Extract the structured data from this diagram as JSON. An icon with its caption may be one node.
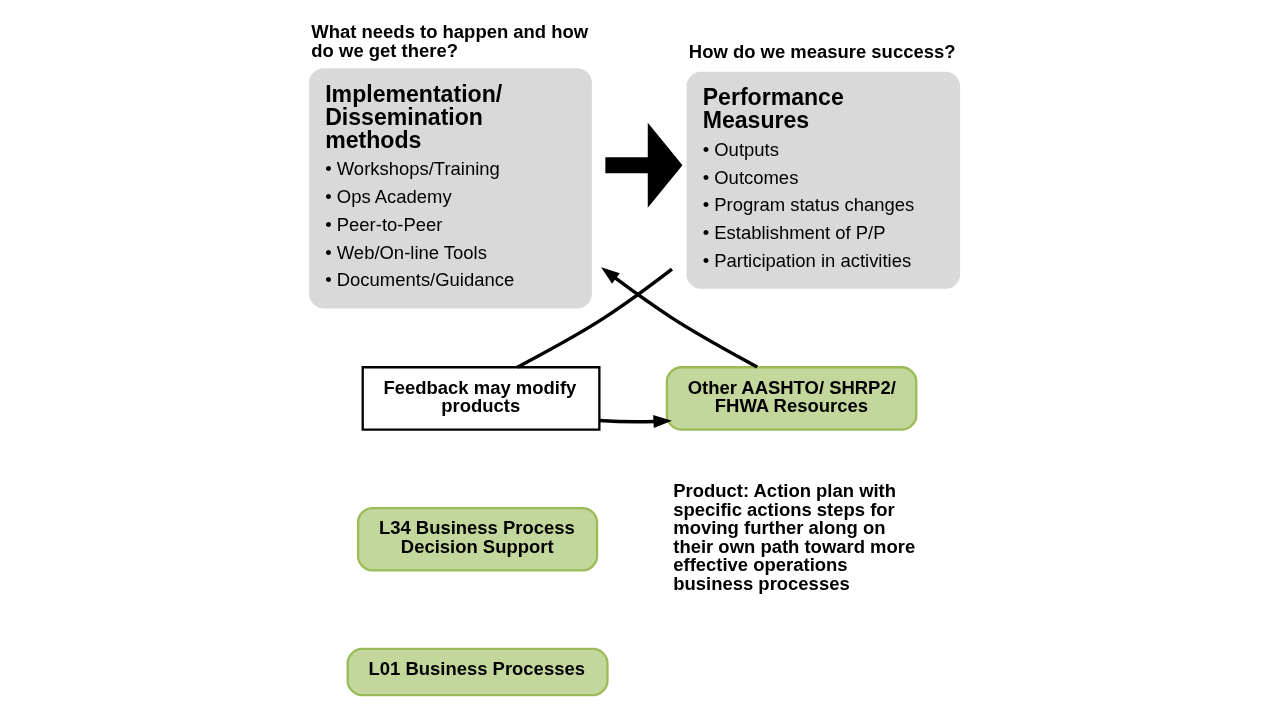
{
  "diagram": {
    "nodes": [
      {
        "text": [
          "What needs to happen and how do we get there?",
          "Implementation/ Dissemination methods",
          "• Workshops/Training",
          "• Ops Academy",
          "• Peer-to-Peer",
          "• Web/On-line Tools",
          "• Documents/Guidance"
        ]
      },
      {
        "text": [
          "How do we measure success?",
          "Performance Measures",
          "• Outputs",
          "• Outcomes",
          "• Program status changes",
          "• Establishment of P/P",
          "• Participation in activities"
        ]
      },
      {
        "text": [
          "Feedback may modify products"
        ]
      },
      {
        "text": [
          "Other AASHTO/ SHRP2/ FHWA Resources"
        ]
      },
      {
        "text": [
          "L34 Business Process Decision Support"
        ]
      },
      {
        "text": [
          "L01 Business Processes"
        ]
      }
    ],
    "edges": [
      {
        "from": 0,
        "to": 1,
        "arrow": "to",
        "style": "thick"
      },
      {
        "from": 1,
        "to": 2,
        "arrow": "none"
      },
      {
        "from": 2,
        "to": 3,
        "arrow": "to"
      },
      {
        "from": 3,
        "to": 0,
        "arrow": "to"
      }
    ],
    "labels": [
      "Product: Action plan with specific actions steps for moving further along on their own path toward more effective operations business processes"
    ]
  }
}
